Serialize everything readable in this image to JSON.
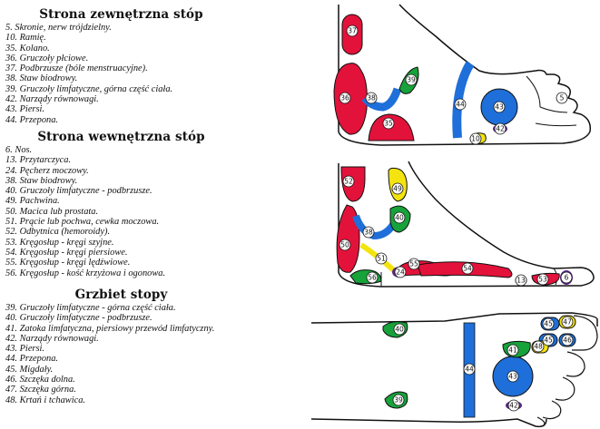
{
  "sections": [
    {
      "title": "Strona zewnętrzna stóp",
      "items": [
        "5.  Skronie, nerw trójdzielny.",
        "10. Ramię.",
        "35. Kolano.",
        "36. Gruczoły płciowe.",
        "37. Podbrzusze (bóle menstruacyjne).",
        "38. Staw biodrowy.",
        "39. Gruczoły limfatyczne, górna część ciała.",
        "42. Narządy równowagi.",
        "43. Piersi.",
        "44. Przepona."
      ]
    },
    {
      "title": "Strona wewnętrzna stóp",
      "items": [
        "6.  Nos.",
        "13. Przytarczyca.",
        "24. Pęcherz moczowy.",
        "38. Staw biodrowy.",
        "40. Gruczoły limfatyczne - podbrzusze.",
        "49. Pachwina.",
        "50. Macica lub prostata.",
        "51. Prącie lub pochwa, cewka moczowa.",
        "52. Odbytnica (hemoroidy).",
        "53. Kręgosłup - kręgi szyjne.",
        "54. Kręgosłup - kręgi piersiowe.",
        "55. Kręgosłup - kręgi lędźwiowe.",
        "56. Kręgosłup - kość krzyżowa i ogonowa."
      ]
    },
    {
      "title": "Grzbiet stopy",
      "items": [
        "39. Gruczoły limfatyczne - górna część ciała.",
        "40. Gruczoły limfatyczne - podbrzusze.",
        "41. Zatoka limfatyczna, piersiowy przewód limfatyczny.",
        "42. Narządy równowagi.",
        "43. Piersi.",
        "44. Przepona.",
        "45. Migdały.",
        "46. Szczęka dolna.",
        "47. Szczęka górna.",
        "48. Krtań i tchawica."
      ]
    }
  ],
  "zones": {
    "outer": [
      "37",
      "36",
      "38",
      "39",
      "35",
      "44",
      "43",
      "5",
      "42",
      "10"
    ],
    "inner": [
      "52",
      "49",
      "40",
      "38",
      "50",
      "51",
      "56",
      "24",
      "55",
      "54",
      "13",
      "53",
      "6"
    ],
    "top": [
      "40",
      "44",
      "43",
      "41",
      "45",
      "48",
      "47",
      "45",
      "46",
      "39",
      "42"
    ]
  },
  "colors": {
    "red": "#e3123a",
    "blue": "#1e6fd9",
    "green": "#17a23a",
    "yellow": "#f3e40f",
    "purple": "#5b2a86",
    "outline": "#111111"
  }
}
